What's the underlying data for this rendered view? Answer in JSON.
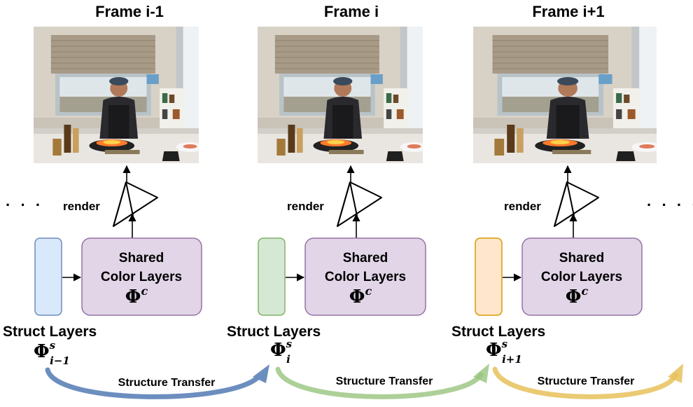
{
  "frames": [
    {
      "title": "Frame i-1",
      "render_label": "render",
      "color_box": {
        "line1": "Shared",
        "line2": "Color Layers",
        "symbol": "Φ",
        "sup": "c"
      },
      "struct": {
        "label": "Struct Layers",
        "symbol": "Φ",
        "sup": "s",
        "sub": "i−1",
        "fill": "#dae8fc",
        "stroke": "#6c8ebf"
      }
    },
    {
      "title": "Frame i",
      "render_label": "render",
      "color_box": {
        "line1": "Shared",
        "line2": "Color Layers",
        "symbol": "Φ",
        "sup": "c"
      },
      "struct": {
        "label": "Struct Layers",
        "symbol": "Φ",
        "sup": "s",
        "sub": "i",
        "fill": "#d5e8d4",
        "stroke": "#82b366"
      }
    },
    {
      "title": "Frame i+1",
      "render_label": "render",
      "color_box": {
        "line1": "Shared",
        "line2": "Color Layers",
        "symbol": "Φ",
        "sup": "c"
      },
      "struct": {
        "label": "Struct Layers",
        "symbol": "Φ",
        "sup": "s",
        "sub": "i+1",
        "fill": "#ffe6cc",
        "stroke": "#d79b00"
      }
    }
  ],
  "transfers": [
    {
      "label": "Structure Transfer",
      "color": "#6c8ebf"
    },
    {
      "label": "Structure Transfer",
      "color": "#97c47e"
    },
    {
      "label": "Structure Transfer",
      "color": "#e6c15a"
    }
  ],
  "ellipsis_left": "· · ·",
  "ellipsis_right": "· · · ·",
  "colors": {
    "color_box_fill": "#e1d5e7",
    "color_box_stroke": "#9673a6"
  }
}
